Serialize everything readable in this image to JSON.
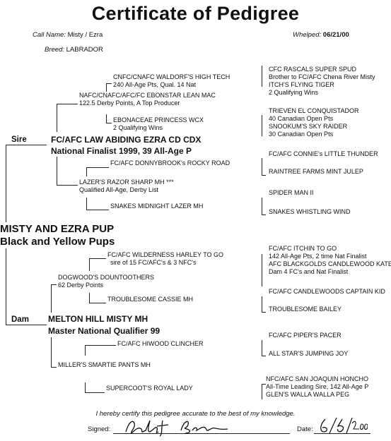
{
  "title": "Certificate of Pedigree",
  "call_name_label": "Call Name:",
  "call_name": "Misty / Ezra",
  "whelped_label": "Whelped:",
  "whelped": "06/21/00",
  "breed_label": "Breed:",
  "breed": "LABRADOR",
  "subject": {
    "line1": "MISTY AND EZRA PUP",
    "line2": "Black and Yellow Pups"
  },
  "sire": {
    "role": "Sire",
    "name": "FC/AFC LAW ABIDING EZRA CD CDX",
    "note": "National Finalist 1999, 39 All-Age P",
    "sire": {
      "name": "NAFC/CNAFC/AFC/FC EBONSTAR LEAN MAC",
      "note": "122.5 Derby Points, A Top Producer",
      "sire": {
        "name": "CNFC/CNAFC WALDORF'S HIGH TECH",
        "note": "240 All-Age Pts, Qual. 14 Nat",
        "sire": {
          "name": "CFC RASCALS SUPER SPUD",
          "note": "Brother to FC/AFC Chena River Misty"
        },
        "dam": {
          "name": "ITCH'S FLYING TIGER",
          "note": "2 Qualifying Wins"
        }
      },
      "dam": {
        "name": "EBONACEAE PRINCESS  WCX",
        "note": "2 Qualifying Wins",
        "sire": {
          "name": "TRIEVEN EL CONQUISTADOR",
          "note": "40 Canadian Open Pts"
        },
        "dam": {
          "name": "SNOOKUM'S SKY RAIDER",
          "note": "30 Canadian Open Pts"
        }
      }
    },
    "dam": {
      "name": "LAZER'S RAZOR SHARP  MH ***",
      "note": "Qualified All-Age, Derby List",
      "sire": {
        "name": "FC/AFC DONNYBROOK's ROCKY ROAD",
        "sire": {
          "name": "FC/AFC CONNIE's LITTLE THUNDER"
        },
        "dam": {
          "name": "RAINTREE FARMS MINT JULEP"
        }
      },
      "dam": {
        "name": "SNAKES MIDNIGHT LAZER  MH",
        "sire": {
          "name": "SPIDER MAN II"
        },
        "dam": {
          "name": "SNAKES WHISTLING WIND"
        }
      }
    }
  },
  "dam": {
    "role": "Dam",
    "name": "MELTON HILL MISTY  MH",
    "note": "Master National Qualifier 99",
    "sire": {
      "name": "DOGWOOD'S DOUNTOOTHERS",
      "note": "62 Derby Points",
      "sire": {
        "name": "FC/AFC WILDERNESS HARLEY TO GO",
        "note": "sire of 15 FC/AFC's & 3 NFC's",
        "sire": {
          "name": "FC/AFC ITCHIN TO GO",
          "note": "142 All-Age Pts, 2 time Nat Finalist"
        },
        "dam": {
          "name": "AFC BLACKGOLDS CANDLEWOOD KATE",
          "note": "Dam 4 FC's and Nat Finalist"
        }
      },
      "dam": {
        "name": "TROUBLESOME CASSIE MH",
        "sire": {
          "name": "FC/AFC CANDLEWOODS CAPTAIN KID"
        },
        "dam": {
          "name": "TROUBLESOME BAILEY"
        }
      }
    },
    "dam": {
      "name": "MILLER'S SMARTIE PANTS MH",
      "sire": {
        "name": "FC/AFC HIWOOD CLINCHER",
        "sire": {
          "name": "FC/AFC PIPER'S PACER"
        },
        "dam": {
          "name": "ALL STAR'S JUMPING JOY"
        }
      },
      "dam": {
        "name": "SUPERCOOT'S ROYAL LADY",
        "sire": {
          "name": "NFC/AFC SAN JOAQUIN HONCHO",
          "note": "All-Time Leading Sire, 142 All-Age P"
        },
        "dam": {
          "name": "GLEN'S WALLA WALLA PEG"
        }
      }
    }
  },
  "certification": "I hereby certify this pedigree accurate to the best of my knowledge.",
  "signed_label": "Signed:",
  "date_label": "Date:"
}
